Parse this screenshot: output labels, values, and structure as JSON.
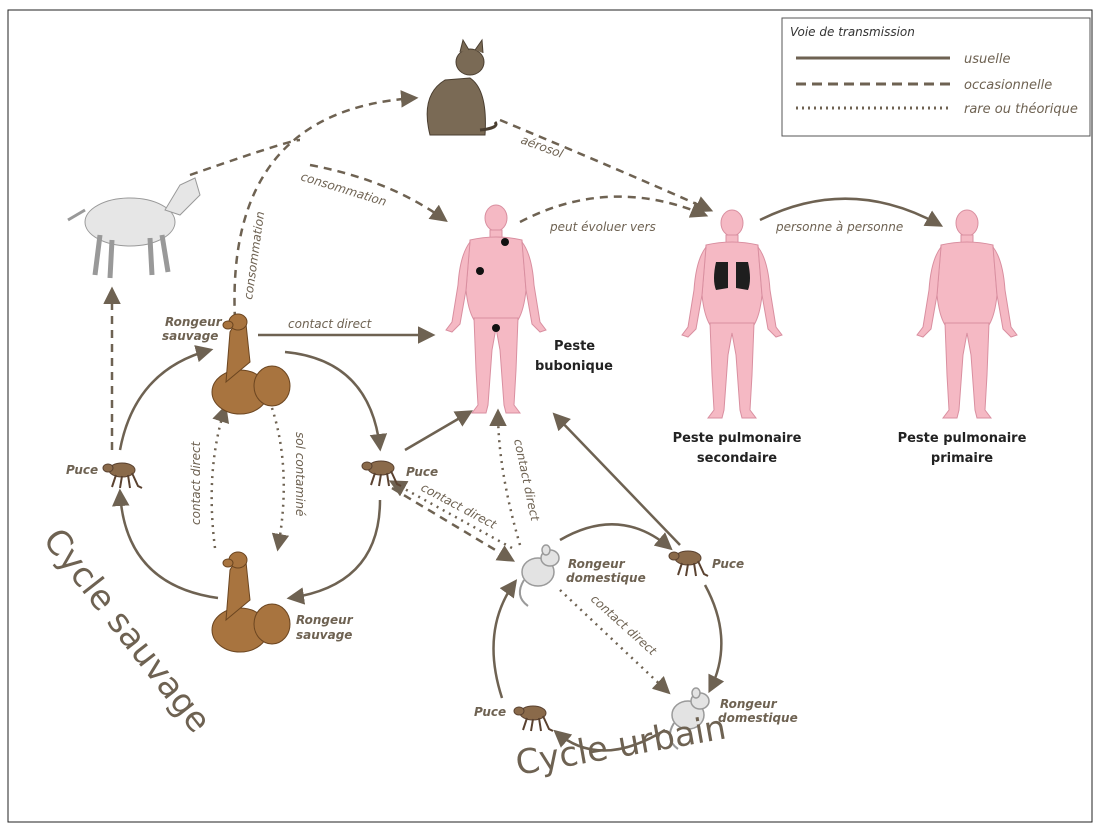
{
  "legend": {
    "title": "Voie de transmission",
    "items": [
      {
        "style": "solid",
        "label": "usuelle"
      },
      {
        "style": "dashed",
        "label": "occasionnelle"
      },
      {
        "style": "dotted",
        "label": "rare ou théorique"
      }
    ]
  },
  "colors": {
    "arrow": "#6e6252",
    "human_body": "#f5b9c4",
    "human_outline": "#d98fa0",
    "rodent_wild": "#a8743f",
    "rodent_domestic": "#e3e3e3",
    "flea": "#8a6a4a",
    "lung": "#1e1e1e"
  },
  "labels": {
    "peste_bubonique": [
      "Peste",
      "bubonique"
    ],
    "peste_secondaire": [
      "Peste pulmonaire",
      "secondaire"
    ],
    "peste_primaire": [
      "Peste pulmonaire",
      "primaire"
    ],
    "rongeur_sauvage_top": [
      "Rongeur",
      "sauvage"
    ],
    "rongeur_sauvage_bottom": [
      "Rongeur",
      "sauvage"
    ],
    "rongeur_dom_top": [
      "Rongeur",
      "domestique"
    ],
    "rongeur_dom_bottom": [
      "Rongeur",
      "domestique"
    ],
    "puce_left": "Puce",
    "puce_mid": "Puce",
    "puce_urban_right": "Puce",
    "puce_urban_left": "Puce",
    "contact_direct_top": "contact direct",
    "contact_direct_wild": "contact direct",
    "sol_contamine": "sol contaminé",
    "contact_direct_puce_rongeur": "contact direct",
    "contact_direct_human_rongeur": "contact direct",
    "contact_direct_urban": "contact direct",
    "consommation_vertical": "consommation",
    "consommation_diag": "consommation",
    "aerosol": "aérosol",
    "peut_evoluer": "peut évoluer vers",
    "personne_a_personne": "personne à personne",
    "cycle_sauvage": "Cycle sauvage",
    "cycle_urbain": "Cycle urbain"
  }
}
